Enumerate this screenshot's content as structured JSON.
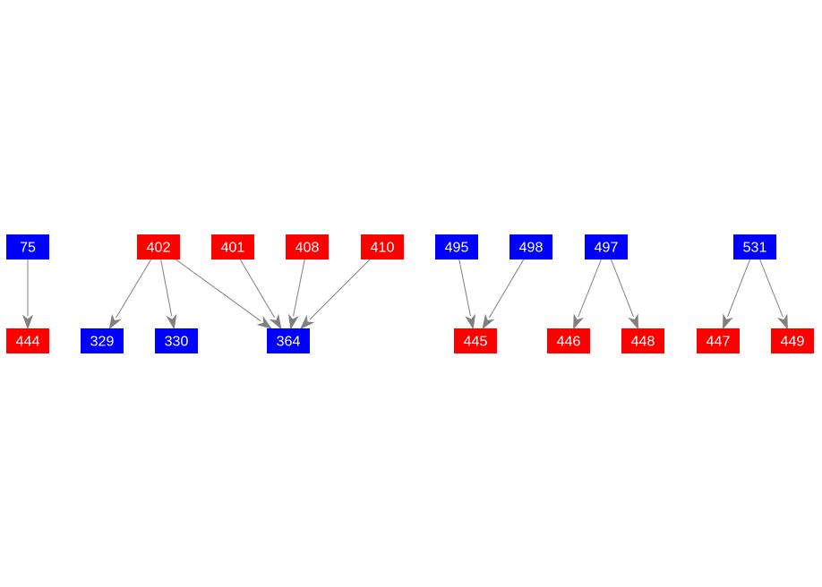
{
  "colors": {
    "red": "#ff0000",
    "blue": "#0000ff",
    "edge": "#808080",
    "label": "#ffffff"
  },
  "nodes": [
    {
      "id": "75",
      "label": "75",
      "color": "blue"
    },
    {
      "id": "444",
      "label": "444",
      "color": "red"
    },
    {
      "id": "402",
      "label": "402",
      "color": "red"
    },
    {
      "id": "401",
      "label": "401",
      "color": "red"
    },
    {
      "id": "408",
      "label": "408",
      "color": "red"
    },
    {
      "id": "410",
      "label": "410",
      "color": "red"
    },
    {
      "id": "329",
      "label": "329",
      "color": "blue"
    },
    {
      "id": "330",
      "label": "330",
      "color": "blue"
    },
    {
      "id": "364",
      "label": "364",
      "color": "blue"
    },
    {
      "id": "495",
      "label": "495",
      "color": "blue"
    },
    {
      "id": "498",
      "label": "498",
      "color": "blue"
    },
    {
      "id": "445",
      "label": "445",
      "color": "red"
    },
    {
      "id": "497",
      "label": "497",
      "color": "blue"
    },
    {
      "id": "446",
      "label": "446",
      "color": "red"
    },
    {
      "id": "448",
      "label": "448",
      "color": "red"
    },
    {
      "id": "531",
      "label": "531",
      "color": "blue"
    },
    {
      "id": "447",
      "label": "447",
      "color": "red"
    },
    {
      "id": "449",
      "label": "449",
      "color": "red"
    }
  ],
  "edges": [
    {
      "from": "75",
      "to": "444"
    },
    {
      "from": "402",
      "to": "329"
    },
    {
      "from": "402",
      "to": "330"
    },
    {
      "from": "402",
      "to": "364"
    },
    {
      "from": "401",
      "to": "364"
    },
    {
      "from": "408",
      "to": "364"
    },
    {
      "from": "410",
      "to": "364"
    },
    {
      "from": "495",
      "to": "445"
    },
    {
      "from": "498",
      "to": "445"
    },
    {
      "from": "497",
      "to": "446"
    },
    {
      "from": "497",
      "to": "448"
    },
    {
      "from": "531",
      "to": "447"
    },
    {
      "from": "531",
      "to": "449"
    }
  ]
}
